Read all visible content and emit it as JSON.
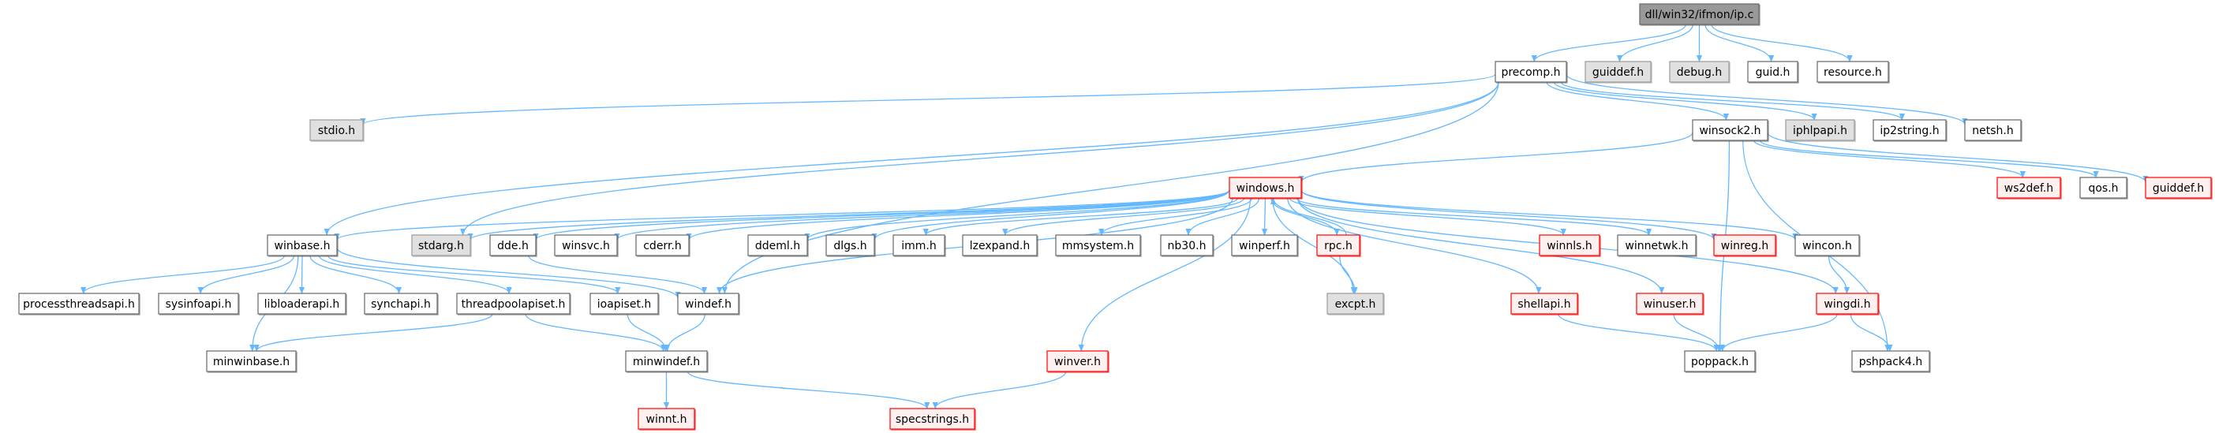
{
  "title": "dll/win32/ifmon/ip.c",
  "colors": {
    "edge": "#63b8ff",
    "root_fill": "#999999",
    "normal_border": "#666666",
    "gray_fill": "#e0e0e0",
    "gray_border": "#999999",
    "red_border": "#ff0000",
    "red_fill": "#fff0f0"
  },
  "nodes": [
    {
      "id": "ipc",
      "label": "dll/win32/ifmon/ip.c",
      "style": "root"
    },
    {
      "id": "precomp",
      "label": "precomp.h",
      "style": "normal"
    },
    {
      "id": "guiddef1",
      "label": "guiddef.h",
      "style": "gray"
    },
    {
      "id": "debug",
      "label": "debug.h",
      "style": "gray"
    },
    {
      "id": "guid",
      "label": "guid.h",
      "style": "normal"
    },
    {
      "id": "resource",
      "label": "resource.h",
      "style": "normal"
    },
    {
      "id": "stdio",
      "label": "stdio.h",
      "style": "gray"
    },
    {
      "id": "winsock2",
      "label": "winsock2.h",
      "style": "normal"
    },
    {
      "id": "iphlpapi",
      "label": "iphlpapi.h",
      "style": "gray"
    },
    {
      "id": "ip2string",
      "label": "ip2string.h",
      "style": "normal"
    },
    {
      "id": "netsh",
      "label": "netsh.h",
      "style": "normal"
    },
    {
      "id": "windows",
      "label": "windows.h",
      "style": "red"
    },
    {
      "id": "ws2def",
      "label": "ws2def.h",
      "style": "red"
    },
    {
      "id": "qos",
      "label": "qos.h",
      "style": "normal"
    },
    {
      "id": "guiddef2",
      "label": "guiddef.h",
      "style": "red"
    },
    {
      "id": "winbase",
      "label": "winbase.h",
      "style": "normal"
    },
    {
      "id": "stdarg",
      "label": "stdarg.h",
      "style": "gray"
    },
    {
      "id": "dde",
      "label": "dde.h",
      "style": "normal"
    },
    {
      "id": "winsvc",
      "label": "winsvc.h",
      "style": "normal"
    },
    {
      "id": "cderr",
      "label": "cderr.h",
      "style": "normal"
    },
    {
      "id": "ddeml",
      "label": "ddeml.h",
      "style": "normal"
    },
    {
      "id": "dlgs",
      "label": "dlgs.h",
      "style": "normal"
    },
    {
      "id": "imm",
      "label": "imm.h",
      "style": "normal"
    },
    {
      "id": "lzexpand",
      "label": "lzexpand.h",
      "style": "normal"
    },
    {
      "id": "mmsystem",
      "label": "mmsystem.h",
      "style": "normal"
    },
    {
      "id": "nb30",
      "label": "nb30.h",
      "style": "normal"
    },
    {
      "id": "winperf",
      "label": "winperf.h",
      "style": "normal"
    },
    {
      "id": "rpc",
      "label": "rpc.h",
      "style": "red"
    },
    {
      "id": "winnls",
      "label": "winnls.h",
      "style": "red"
    },
    {
      "id": "winnetwk",
      "label": "winnetwk.h",
      "style": "normal"
    },
    {
      "id": "winreg",
      "label": "winreg.h",
      "style": "red"
    },
    {
      "id": "wincon",
      "label": "wincon.h",
      "style": "normal"
    },
    {
      "id": "processthreadsapi",
      "label": "processthreadsapi.h",
      "style": "normal"
    },
    {
      "id": "sysinfoapi",
      "label": "sysinfoapi.h",
      "style": "normal"
    },
    {
      "id": "libloaderapi",
      "label": "libloaderapi.h",
      "style": "normal"
    },
    {
      "id": "synchapi",
      "label": "synchapi.h",
      "style": "normal"
    },
    {
      "id": "threadpoolapiset",
      "label": "threadpoolapiset.h",
      "style": "normal"
    },
    {
      "id": "ioapiset",
      "label": "ioapiset.h",
      "style": "normal"
    },
    {
      "id": "windef",
      "label": "windef.h",
      "style": "normal"
    },
    {
      "id": "excpt",
      "label": "excpt.h",
      "style": "gray"
    },
    {
      "id": "shellapi",
      "label": "shellapi.h",
      "style": "red"
    },
    {
      "id": "winuser",
      "label": "winuser.h",
      "style": "red"
    },
    {
      "id": "wingdi",
      "label": "wingdi.h",
      "style": "red"
    },
    {
      "id": "minwinbase",
      "label": "minwinbase.h",
      "style": "normal"
    },
    {
      "id": "minwindef",
      "label": "minwindef.h",
      "style": "normal"
    },
    {
      "id": "winver",
      "label": "winver.h",
      "style": "red"
    },
    {
      "id": "poppack",
      "label": "poppack.h",
      "style": "normal"
    },
    {
      "id": "pshpack4",
      "label": "pshpack4.h",
      "style": "normal"
    },
    {
      "id": "winnt",
      "label": "winnt.h",
      "style": "red"
    },
    {
      "id": "specstrings",
      "label": "specstrings.h",
      "style": "red"
    }
  ],
  "edges": [
    [
      "ipc",
      "precomp"
    ],
    [
      "ipc",
      "guiddef1"
    ],
    [
      "ipc",
      "debug"
    ],
    [
      "ipc",
      "guid"
    ],
    [
      "ipc",
      "resource"
    ],
    [
      "precomp",
      "winbase"
    ],
    [
      "precomp",
      "stdio"
    ],
    [
      "precomp",
      "stdarg"
    ],
    [
      "precomp",
      "windef"
    ],
    [
      "precomp",
      "winsock2"
    ],
    [
      "precomp",
      "iphlpapi"
    ],
    [
      "precomp",
      "ip2string"
    ],
    [
      "precomp",
      "netsh"
    ],
    [
      "winsock2",
      "windows"
    ],
    [
      "winsock2",
      "ws2def"
    ],
    [
      "winsock2",
      "qos"
    ],
    [
      "winsock2",
      "guiddef2"
    ],
    [
      "winsock2",
      "poppack"
    ],
    [
      "winsock2",
      "pshpack4"
    ],
    [
      "windows",
      "winbase"
    ],
    [
      "windows",
      "stdarg"
    ],
    [
      "windows",
      "dde"
    ],
    [
      "windows",
      "winsvc"
    ],
    [
      "windows",
      "cderr"
    ],
    [
      "windows",
      "windef"
    ],
    [
      "windows",
      "ddeml"
    ],
    [
      "windows",
      "dlgs"
    ],
    [
      "windows",
      "imm"
    ],
    [
      "windows",
      "lzexpand"
    ],
    [
      "windows",
      "mmsystem"
    ],
    [
      "windows",
      "nb30"
    ],
    [
      "windows",
      "winperf"
    ],
    [
      "windows",
      "rpc"
    ],
    [
      "windows",
      "excpt"
    ],
    [
      "windows",
      "winver"
    ],
    [
      "windows",
      "shellapi"
    ],
    [
      "windows",
      "winuser"
    ],
    [
      "windows",
      "winnls"
    ],
    [
      "windows",
      "winnetwk"
    ],
    [
      "windows",
      "winreg"
    ],
    [
      "windows",
      "wincon"
    ],
    [
      "windows",
      "wingdi"
    ],
    [
      "rpc",
      "windows"
    ],
    [
      "rpc",
      "excpt"
    ],
    [
      "winbase",
      "processthreadsapi"
    ],
    [
      "winbase",
      "sysinfoapi"
    ],
    [
      "winbase",
      "libloaderapi"
    ],
    [
      "winbase",
      "synchapi"
    ],
    [
      "winbase",
      "threadpoolapiset"
    ],
    [
      "winbase",
      "ioapiset"
    ],
    [
      "winbase",
      "windef"
    ],
    [
      "winbase",
      "minwinbase"
    ],
    [
      "dde",
      "windef"
    ],
    [
      "threadpoolapiset",
      "minwinbase"
    ],
    [
      "threadpoolapiset",
      "minwindef"
    ],
    [
      "ioapiset",
      "minwindef"
    ],
    [
      "windef",
      "minwindef"
    ],
    [
      "minwindef",
      "winnt"
    ],
    [
      "minwindef",
      "specstrings"
    ],
    [
      "winver",
      "specstrings"
    ],
    [
      "shellapi",
      "poppack"
    ],
    [
      "winuser",
      "poppack"
    ],
    [
      "wingdi",
      "poppack"
    ],
    [
      "wingdi",
      "pshpack4"
    ],
    [
      "wincon",
      "wingdi"
    ]
  ]
}
